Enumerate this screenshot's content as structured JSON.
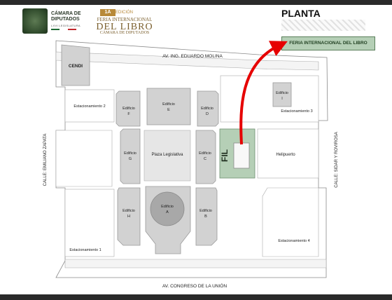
{
  "header": {
    "camara_line1": "CÁMARA DE",
    "camara_line2": "DIPUTADOS",
    "camara_sub": "LXVI LEGISLATURA",
    "fil_badge_num": "1A",
    "fil_badge_text": "EDICIÓN",
    "fil_line1": "FERIA INTERNACIONAL",
    "fil_line2": "DEL LIBRO",
    "fil_line3": "CÁMARA DE DIPUTADOS",
    "plan_title": "PLANTA CONJUNTO",
    "fil_legend": "FERIA INTERNACIONAL DEL LIBRO"
  },
  "streets": {
    "north": "AV. ING. EDUARDO MOLINA",
    "south": "AV. CONGRESO DE LA UNIÓN",
    "west": "CALLE: EMILIANO ZAPATA",
    "east": "CALLE: SIDAR Y ROVIROSA"
  },
  "places": {
    "cendi": "CENDI",
    "est2": "Estacionamiento 2",
    "est3": "Estacionamiento 3",
    "est1": "Estacionamiento 1",
    "est4": "Estacionamiento 4",
    "helipuerto": "Helipuerto",
    "plaza": "Plaza Legislativa",
    "fil": "FIL"
  },
  "buildings": {
    "word": "Edificio",
    "A": "A",
    "B": "B",
    "C": "C",
    "D": "D",
    "E": "E",
    "F": "F",
    "G": "G",
    "H": "H",
    "I": "I"
  },
  "colors": {
    "fil_area": "#b5cfb6",
    "arrow": "#e60000",
    "building": "#d2d2d2",
    "plaza": "#e6e6e6"
  }
}
